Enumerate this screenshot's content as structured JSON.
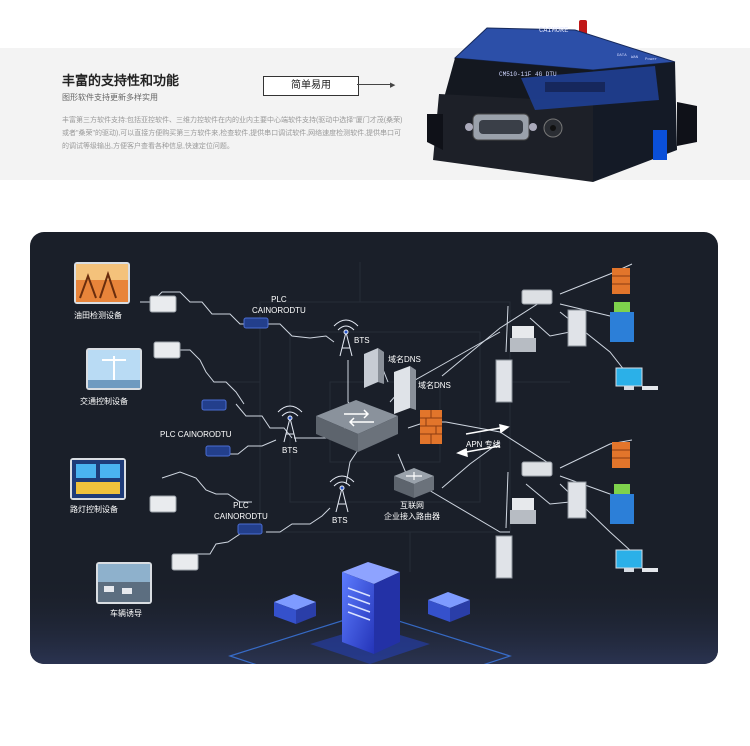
{
  "banner": {
    "title": "丰富的支持性和功能",
    "subtitle": "图形软件支持更新多样实用",
    "description": "丰富第三方软件支持:包括亚控软件、三维力控软件在内的业内主要中心端软件支持(驱动中选择\"厦门才茂(桑荣)或者\"桑荣\"的驱动),可以直接方便购买第三方软件来,检查软件,提供串口调试软件,网络速度检测软件,提供串口可的调试等级输出,方便客户查看各种信息,快速定位问题。",
    "tag": "简单易用",
    "device": {
      "brand": "CAIMORE",
      "model": "CM510-11F 4G DTU",
      "port_labels": [
        "DATA",
        "WAN",
        "Power"
      ]
    }
  },
  "diagram": {
    "field_devices": [
      "油田检测设备",
      "交通控制设备",
      "路灯控制设备",
      "车辆诱导"
    ],
    "plc_labels": [
      "PLC\nCAINORODTU",
      "PLC CAINORODTU",
      "PLC\nCAINORODTU"
    ],
    "bts_labels": [
      "BTS",
      "BTS",
      "BTS"
    ],
    "dns_labels": [
      "域名DNS",
      "域名DNS"
    ],
    "apn_label": "APN 专线",
    "router_label": "互联网\n企业接入路由器"
  },
  "colors": {
    "panel_bg": "#1a1f29",
    "line": "#cfd6e0",
    "accent_orange": "#e2752b",
    "server_blue": "#3355d8",
    "device_blue": "#233f8c"
  }
}
